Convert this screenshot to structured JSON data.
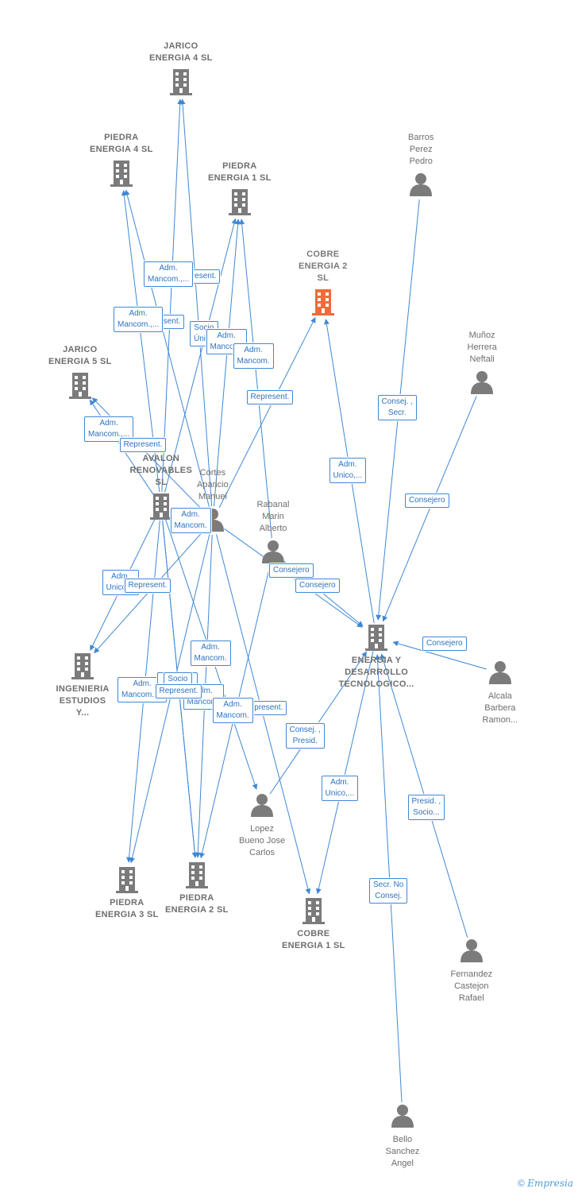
{
  "colors": {
    "edge": "#3f88d6",
    "node": "#7b7b7b",
    "focus": "#f26a3a"
  },
  "nodes": [
    {
      "id": "jarico4",
      "kind": "company",
      "label": "JARICO\nENERGIA 4  SL"
    },
    {
      "id": "piedra4",
      "kind": "company",
      "label": "PIEDRA\nENERGIA 4  SL"
    },
    {
      "id": "piedra1",
      "kind": "company",
      "label": "PIEDRA\nENERGIA 1  SL"
    },
    {
      "id": "cobre2",
      "kind": "company",
      "label": "COBRE\nENERGIA 2\nSL",
      "focus": true
    },
    {
      "id": "barros",
      "kind": "person",
      "label": "Barros\nPerez\nPedro"
    },
    {
      "id": "munoz",
      "kind": "person",
      "label": "Muñoz\nHerrera\nNeftali"
    },
    {
      "id": "jarico5",
      "kind": "company",
      "label": "JARICO\nENERGIA 5  SL"
    },
    {
      "id": "avalon",
      "kind": "company",
      "label": "AVALON\nRENOVABLES\nSL"
    },
    {
      "id": "cortes",
      "kind": "person",
      "label": "Cortes\nAparicio\nManuel"
    },
    {
      "id": "rabanal",
      "kind": "person",
      "label": "Rabanal\nMarin\nAlberto"
    },
    {
      "id": "ingenieria",
      "kind": "company",
      "label": "INGENIERIA\nESTUDIOS\nY..."
    },
    {
      "id": "edt",
      "kind": "company",
      "label": "ENERGIA Y\nDESARROLLO\nTECNOLOGICO..."
    },
    {
      "id": "alcala",
      "kind": "person",
      "label": "Alcala\nBarbera\nRamon..."
    },
    {
      "id": "lopez",
      "kind": "person",
      "label": "Lopez\nBueno Jose\nCarlos"
    },
    {
      "id": "piedra3",
      "kind": "company",
      "label": "PIEDRA\nENERGIA 3  SL"
    },
    {
      "id": "piedra2",
      "kind": "company",
      "label": "PIEDRA\nENERGIA 2  SL"
    },
    {
      "id": "cobre1",
      "kind": "company",
      "label": "COBRE\nENERGIA 1  SL"
    },
    {
      "id": "fernandez",
      "kind": "person",
      "label": "Fernandez\nCastejon\nRafael"
    },
    {
      "id": "bello",
      "kind": "person",
      "label": "Bello\nSanchez\nAngel"
    }
  ],
  "edges": [
    {
      "from": "cortes",
      "to": "jarico4",
      "label": "Represent."
    },
    {
      "from": "avalon",
      "to": "jarico4",
      "label": "Adm.\nMancom.,..."
    },
    {
      "from": "cortes",
      "to": "piedra4",
      "label": "Represent."
    },
    {
      "from": "avalon",
      "to": "piedra4",
      "label": "Adm.\nMancom.,..."
    },
    {
      "from": "avalon",
      "to": "piedra1",
      "label": "Socio\nÚnico"
    },
    {
      "from": "cortes",
      "to": "piedra1",
      "label": "Adm.\nMancom."
    },
    {
      "from": "rabanal",
      "to": "piedra1",
      "label": "Adm.\nMancom."
    },
    {
      "from": "cortes",
      "to": "cobre2",
      "label": "Represent."
    },
    {
      "from": "edt",
      "to": "cobre2",
      "label": "Adm.\nUnico,..."
    },
    {
      "from": "barros",
      "to": "edt",
      "label": "Consej. ,\nSecr."
    },
    {
      "from": "munoz",
      "to": "edt",
      "label": "Consejero"
    },
    {
      "from": "cortes",
      "to": "jarico5",
      "label": "Adm.\nMancom.,..."
    },
    {
      "from": "avalon",
      "to": "jarico5",
      "label": "Represent."
    },
    {
      "from": "cortes",
      "to": "avalon",
      "label": "Adm.\nMancom."
    },
    {
      "from": "cortes",
      "to": "edt",
      "label": "Consejero"
    },
    {
      "from": "rabanal",
      "to": "edt",
      "label": "Consejero"
    },
    {
      "from": "alcala",
      "to": "edt",
      "label": "Consejero"
    },
    {
      "from": "avalon",
      "to": "ingenieria",
      "label": "Adm.\nUnico,..."
    },
    {
      "from": "cortes",
      "to": "ingenieria",
      "label": "Represent."
    },
    {
      "from": "avalon",
      "to": "piedra3",
      "label": "Adm.\nMancom.,..."
    },
    {
      "from": "cortes",
      "to": "piedra3",
      "label": "Adm.\nMancom."
    },
    {
      "from": "avalon",
      "to": "piedra2",
      "label": "Socio\nÚnico"
    },
    {
      "from": "cortes",
      "to": "piedra2",
      "label": "Adm.\nMancom."
    },
    {
      "from": "rabanal",
      "to": "piedra2",
      "label": "Represent."
    },
    {
      "from": "avalon",
      "to": "piedra2",
      "label": "Represent."
    },
    {
      "from": "lopez",
      "to": "edt",
      "label": "Consej. ,\nPresid."
    },
    {
      "from": "edt",
      "to": "cobre1",
      "label": "Adm.\nUnico,..."
    },
    {
      "from": "fernandez",
      "to": "edt",
      "label": "Presid. ,\nSocio..."
    },
    {
      "from": "bello",
      "to": "edt",
      "label": "Secr.  No\nConsej."
    },
    {
      "from": "cortes",
      "to": "cobre1",
      "label": "Adm.\nMancom."
    },
    {
      "from": "avalon",
      "to": "lopez",
      "label": "Adm.\nMancom."
    }
  ],
  "footer": {
    "copyright": "©",
    "brand": "Empresia"
  }
}
